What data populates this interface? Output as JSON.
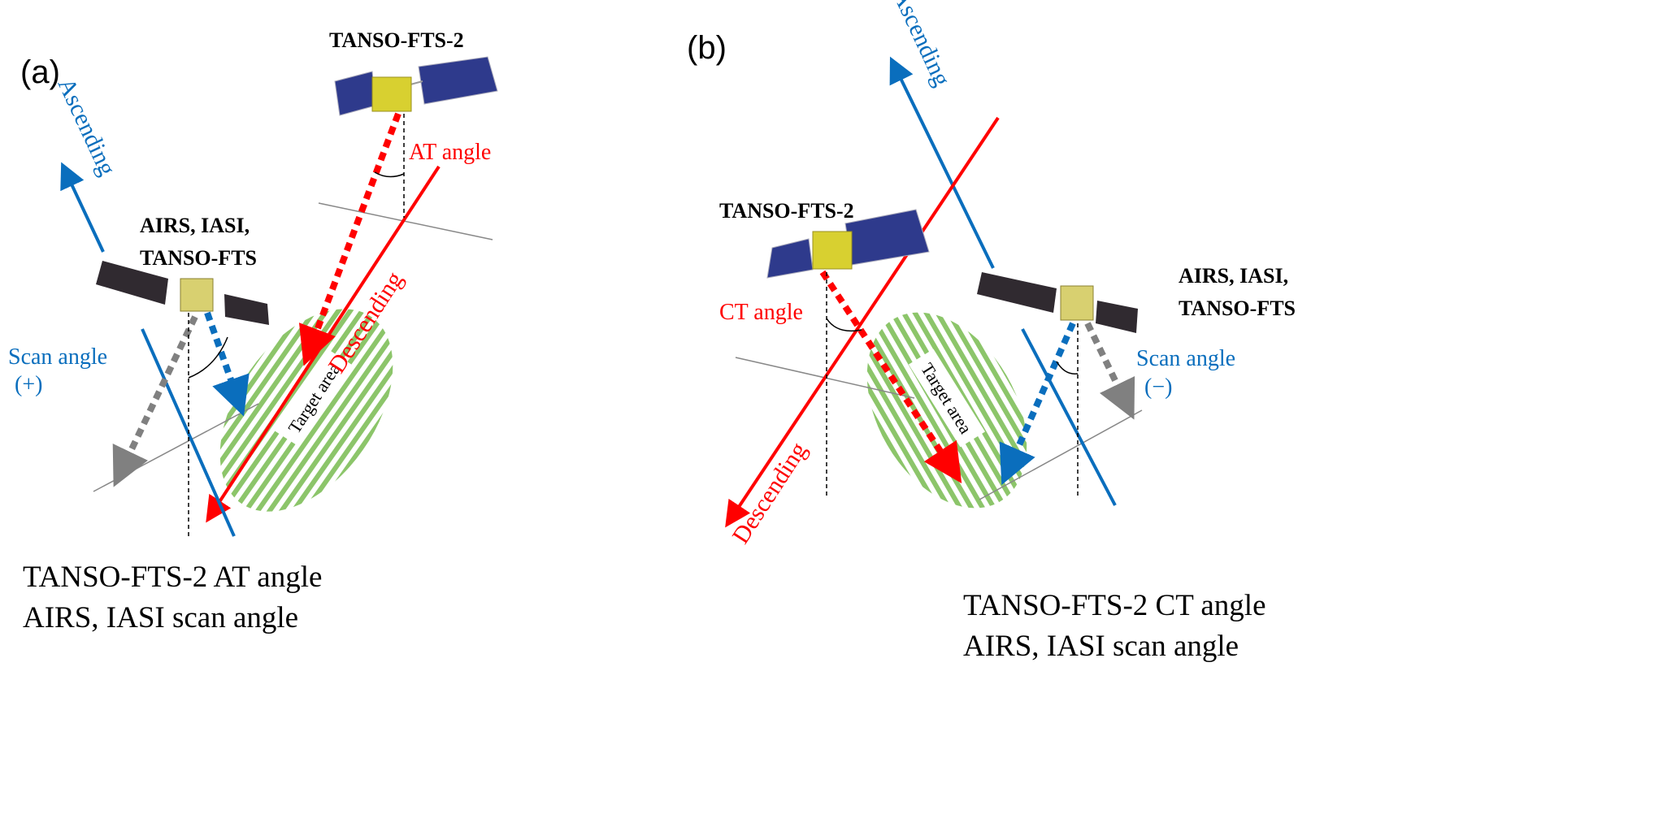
{
  "colors": {
    "descending": "#ff0000",
    "ascending": "#0a6ebd",
    "scan_grey": "#808080",
    "target_green": "#8cc56a",
    "text": "#000000"
  },
  "panel_a": {
    "label": "(a)",
    "tanso2_label": "TANSO-FTS-2",
    "airs_label_line1": "AIRS, IASI,",
    "airs_label_line2": "TANSO-FTS",
    "at_angle": "AT angle",
    "ascending": "Ascending",
    "descending": "Descending",
    "scan_angle": "Scan angle",
    "scan_sign": "(+)",
    "target": "Target area",
    "caption_line1": "TANSO-FTS-2 AT angle",
    "caption_line2": "AIRS, IASI scan angle"
  },
  "panel_b": {
    "label": "(b)",
    "tanso2_label": "TANSO-FTS-2",
    "airs_label_line1": "AIRS, IASI,",
    "airs_label_line2": "TANSO-FTS",
    "ct_angle": "CT angle",
    "ascending": "Ascending",
    "descending": "Descending",
    "scan_angle": "Scan angle",
    "scan_sign": "(−)",
    "target": "Target area",
    "caption_line1": "TANSO-FTS-2 CT angle",
    "caption_line2": "AIRS, IASI scan angle"
  }
}
